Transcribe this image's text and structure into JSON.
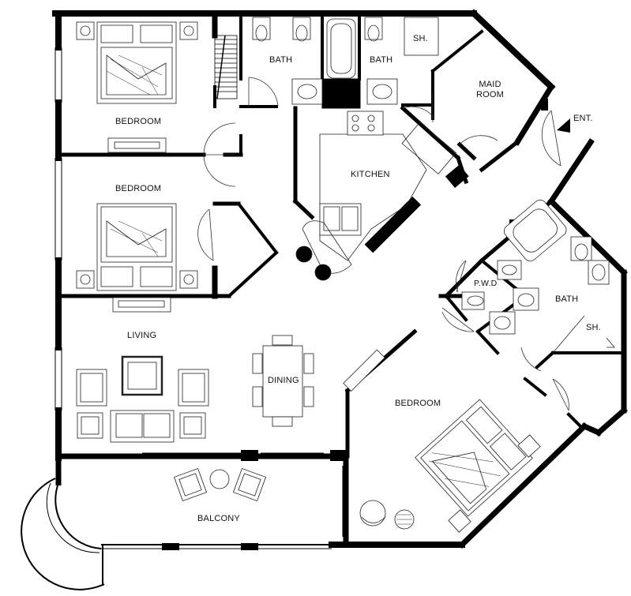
{
  "rooms": {
    "bedroom_top": "BEDROOM",
    "bedroom_mid": "BEDROOM",
    "bath_left": "BATH",
    "bath_right": "BATH",
    "shower_top": "SH.",
    "maid_room": "MAID\nROOM",
    "entrance": "ENT.",
    "kitchen": "KITCHEN",
    "pwd": "P.W.D",
    "bath_master": "BATH",
    "shower_master": "SH.",
    "living": "LIVING",
    "dining": "DINING",
    "bedroom_master": "BEDROOM",
    "balcony": "BALCONY"
  },
  "colors": {
    "wall": "#000000",
    "line": "#333333",
    "fill": "#ffffff"
  }
}
